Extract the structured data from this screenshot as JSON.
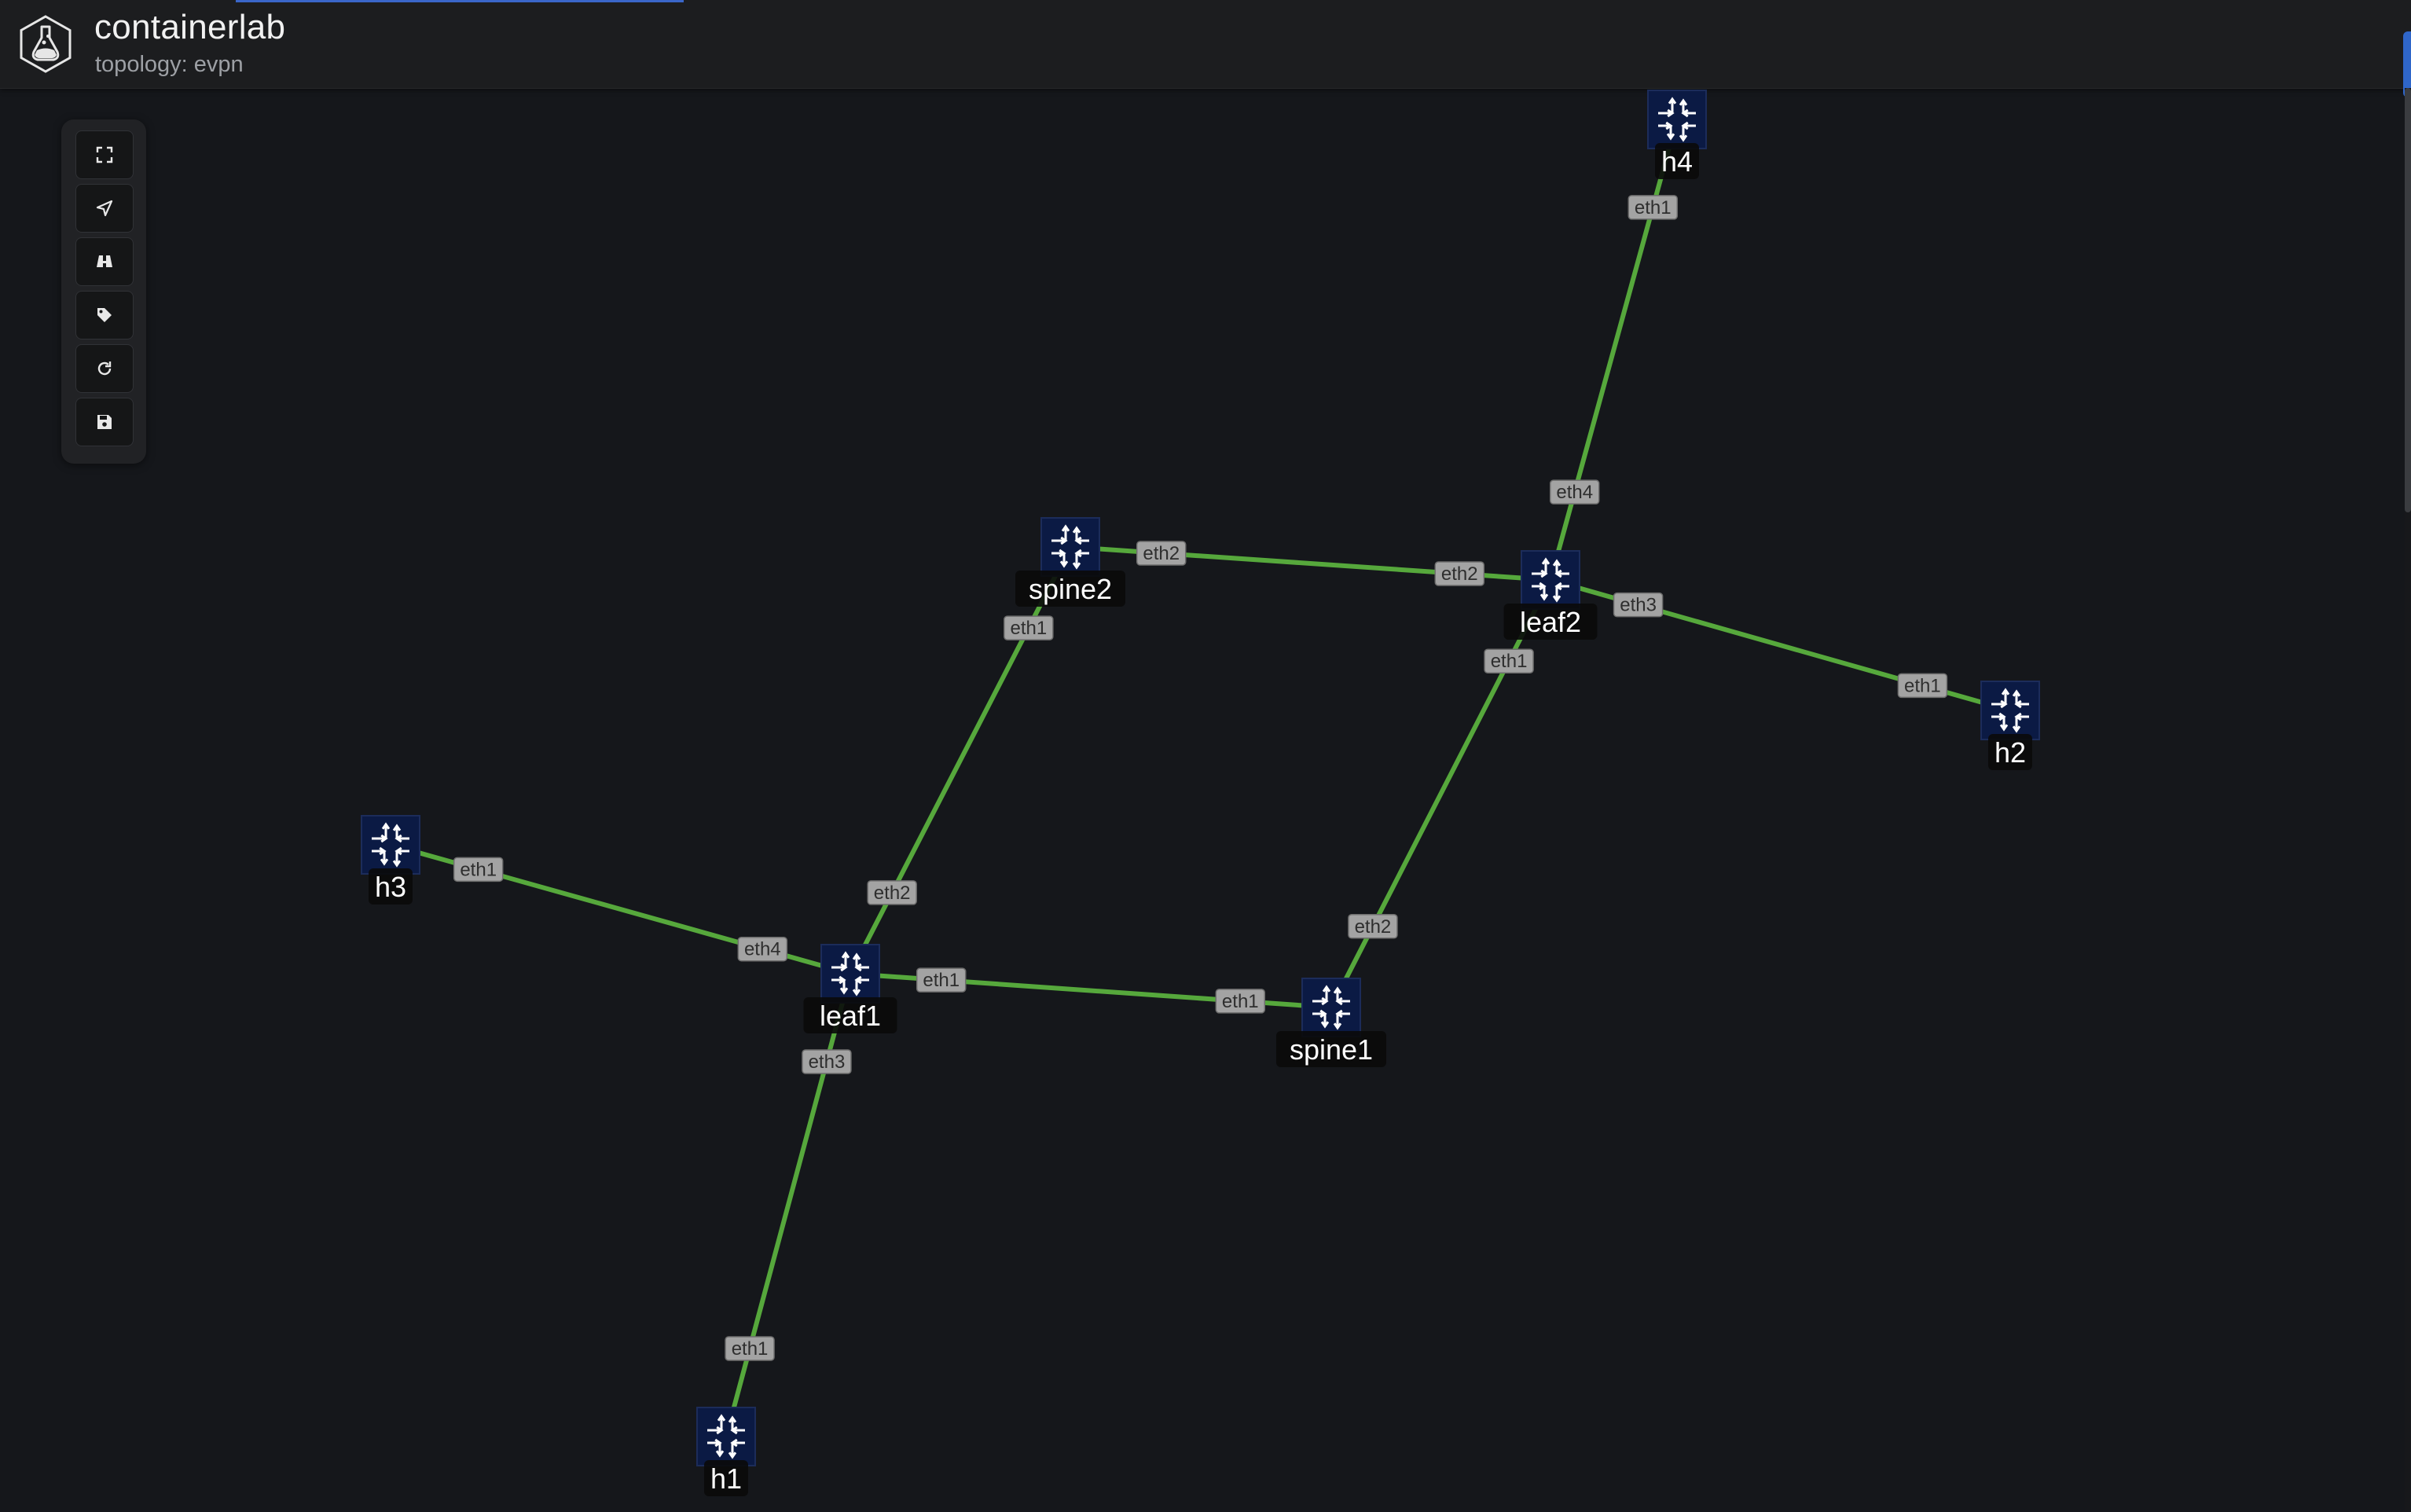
{
  "app": {
    "title": "containerlab",
    "subtitle": "topology: evpn"
  },
  "toolbar": {
    "buttons": [
      {
        "id": "fit",
        "icon": "expand-icon"
      },
      {
        "id": "navigate",
        "icon": "location-arrow-icon"
      },
      {
        "id": "find",
        "icon": "binoculars-icon"
      },
      {
        "id": "labels",
        "icon": "tag-icon"
      },
      {
        "id": "reload",
        "icon": "reload-icon"
      },
      {
        "id": "save",
        "icon": "save-icon"
      }
    ]
  },
  "colors": {
    "background": "#15171b",
    "link": "#56a83c",
    "node_fill": "#0b1a44",
    "edge_label_bg": "#a3a3a3"
  },
  "topology": {
    "nodes": [
      {
        "id": "h4",
        "label": "h4"
      },
      {
        "id": "spine2",
        "label": "spine2"
      },
      {
        "id": "leaf2",
        "label": "leaf2"
      },
      {
        "id": "h2",
        "label": "h2"
      },
      {
        "id": "h3",
        "label": "h3"
      },
      {
        "id": "leaf1",
        "label": "leaf1"
      },
      {
        "id": "spine1",
        "label": "spine1"
      },
      {
        "id": "h1",
        "label": "h1"
      }
    ],
    "links": [
      {
        "source": "h4",
        "source_endpoint": "eth1",
        "target": "leaf2",
        "target_endpoint": "eth4"
      },
      {
        "source": "spine2",
        "source_endpoint": "eth2",
        "target": "leaf2",
        "target_endpoint": "eth2"
      },
      {
        "source": "leaf2",
        "source_endpoint": "eth3",
        "target": "h2",
        "target_endpoint": "eth1"
      },
      {
        "source": "spine2",
        "source_endpoint": "eth1",
        "target": "leaf1",
        "target_endpoint": "eth2"
      },
      {
        "source": "leaf2",
        "source_endpoint": "eth1",
        "target": "spine1",
        "target_endpoint": "eth2"
      },
      {
        "source": "h3",
        "source_endpoint": "eth1",
        "target": "leaf1",
        "target_endpoint": "eth4"
      },
      {
        "source": "leaf1",
        "source_endpoint": "eth1",
        "target": "spine1",
        "target_endpoint": "eth1"
      },
      {
        "source": "leaf1",
        "source_endpoint": "eth3",
        "target": "h1",
        "target_endpoint": "eth1"
      }
    ]
  }
}
